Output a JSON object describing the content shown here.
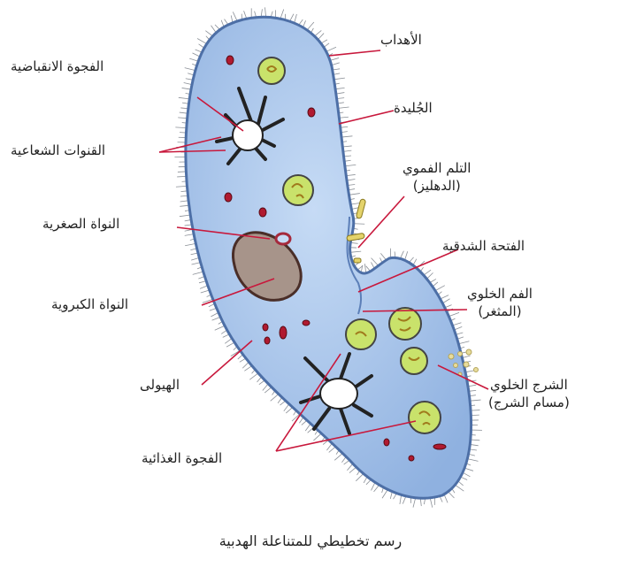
{
  "labels": {
    "cilia": "الأهداب",
    "contractile_vacuole": "الفجوة الانقباضية",
    "pellicle": "الجُليدة",
    "radial_canals": "القنوات الشعاعية",
    "oral_groove_line1": "التلم الفموي",
    "oral_groove_line2": "(الدهليز)",
    "micronucleus": "النواة الصغرية",
    "oral_opening": "الفتحة الشدقية",
    "macronucleus": "النواة الكبروية",
    "cell_mouth_line1": "الفم الخلوي",
    "cell_mouth_line2": "(المثغر)",
    "cytoplasm": "الهيولى",
    "anal_pore_line1": "الشرج الخلوي",
    "anal_pore_line2": "(مسام الشرج)",
    "food_vacuole": "الفجوة الغذائية"
  },
  "caption": "رسم تخطيطي للمتناعلة الهدبية",
  "colors": {
    "body_fill": "#a9c6ec",
    "body_stroke": "#4d6fa6",
    "food_vacuole": "#c9e26b",
    "leader_line": "#c8183c",
    "macronucleus": "#a7948a",
    "dots": "#b01a30"
  }
}
